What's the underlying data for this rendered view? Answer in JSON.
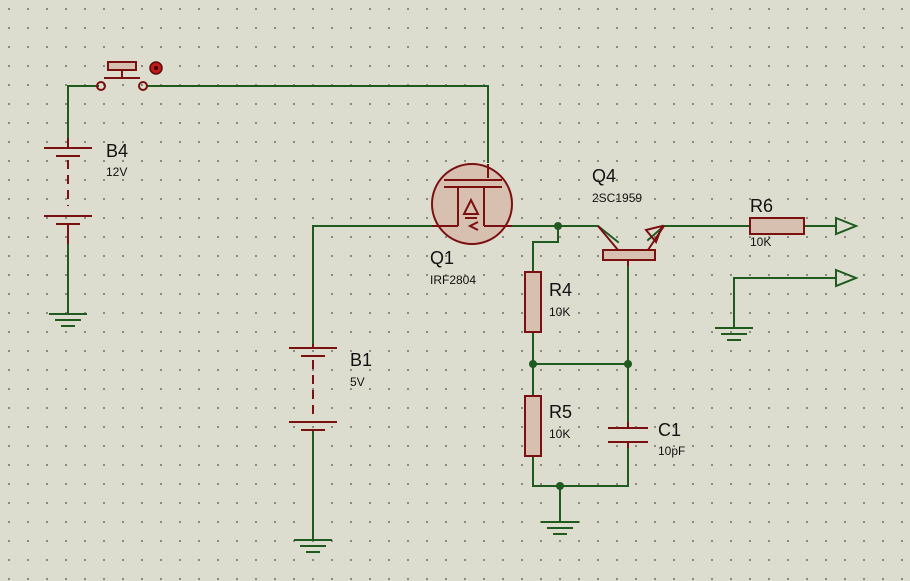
{
  "components": {
    "b4": {
      "ref": "B4",
      "value": "12V"
    },
    "b1": {
      "ref": "B1",
      "value": "5V"
    },
    "q1": {
      "ref": "Q1",
      "value": "IRF2804"
    },
    "q4": {
      "ref": "Q4",
      "value": "2SC1959"
    },
    "r4": {
      "ref": "R4",
      "value": "10K"
    },
    "r5": {
      "ref": "R5",
      "value": "10K"
    },
    "r6": {
      "ref": "R6",
      "value": "10K"
    },
    "c1": {
      "ref": "C1",
      "value": "10pF"
    }
  },
  "colors": {
    "background": "#dcdccf",
    "wire": "#1f5a1f",
    "component": "#7a1010",
    "component_fill": "#d8c0b0",
    "grid_dot": "#8a8a80"
  }
}
